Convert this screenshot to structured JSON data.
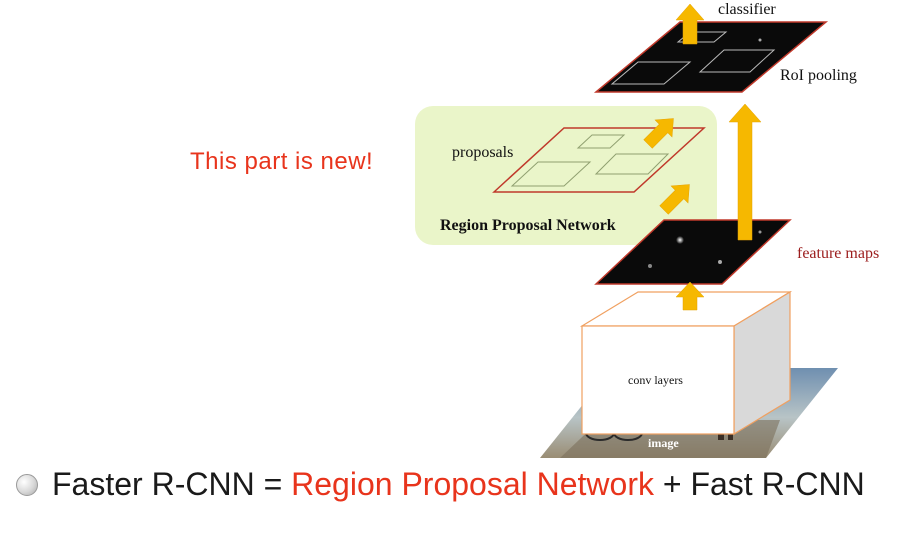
{
  "diagram": {
    "labels": {
      "classifier": "classifier",
      "roi_pooling": "RoI pooling",
      "proposals": "proposals",
      "rpn": "Region Proposal Network",
      "feature_maps": "feature maps",
      "conv_layers": "conv layers",
      "image": "image"
    },
    "callout": "This part is new!"
  },
  "bullet": {
    "prefix": "Faster R-CNN = ",
    "highlight": "Region Proposal Network",
    "suffix": " + Fast R-CNN"
  },
  "colors": {
    "accent_red": "#e8341c",
    "rpn_box_fill": "#eaf5c9",
    "arrow_yellow": "#f6b800",
    "map_outline": "#c0392b",
    "dark_red_text": "#9b1c1c"
  }
}
